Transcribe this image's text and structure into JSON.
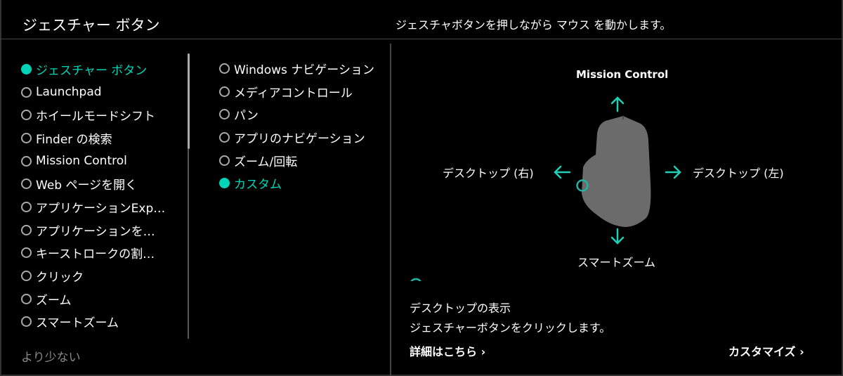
{
  "header": {
    "title": "ジェスチャー ボタン",
    "description": "ジェスチャボタンを押しながら マウス を動かします。"
  },
  "actions": [
    {
      "label": "ジェスチャー ボタン",
      "selected": true
    },
    {
      "label": "Launchpad"
    },
    {
      "label": "ホイールモードシフト"
    },
    {
      "label": "Finder の検索"
    },
    {
      "label": "Mission Control"
    },
    {
      "label": "Web ページを開く"
    },
    {
      "label": "アプリケーションExp…"
    },
    {
      "label": "アプリケーションを…"
    },
    {
      "label": "キーストロークの割…"
    },
    {
      "label": "クリック"
    },
    {
      "label": "ズーム"
    },
    {
      "label": "スマートズーム"
    }
  ],
  "less_label": "より少ない",
  "modes": [
    {
      "label": "Windows ナビゲーション"
    },
    {
      "label": "メディアコントロール"
    },
    {
      "label": "パン"
    },
    {
      "label": "アプリのナビゲーション"
    },
    {
      "label": "ズーム/回転"
    },
    {
      "label": "カスタム",
      "selected": true
    }
  ],
  "gestures": {
    "up": "Mission Control",
    "left": "デスクトップ (右)",
    "right": "デスクトップ (左)",
    "down": "スマートズーム"
  },
  "click": {
    "title": "デスクトップの表示",
    "description": "ジェスチャーボタンをクリックします。"
  },
  "links": {
    "details": "詳細はこちら",
    "customize": "カスタマイズ"
  },
  "colors": {
    "accent": "#00d4b8",
    "mouse": "#6b6b6b"
  }
}
